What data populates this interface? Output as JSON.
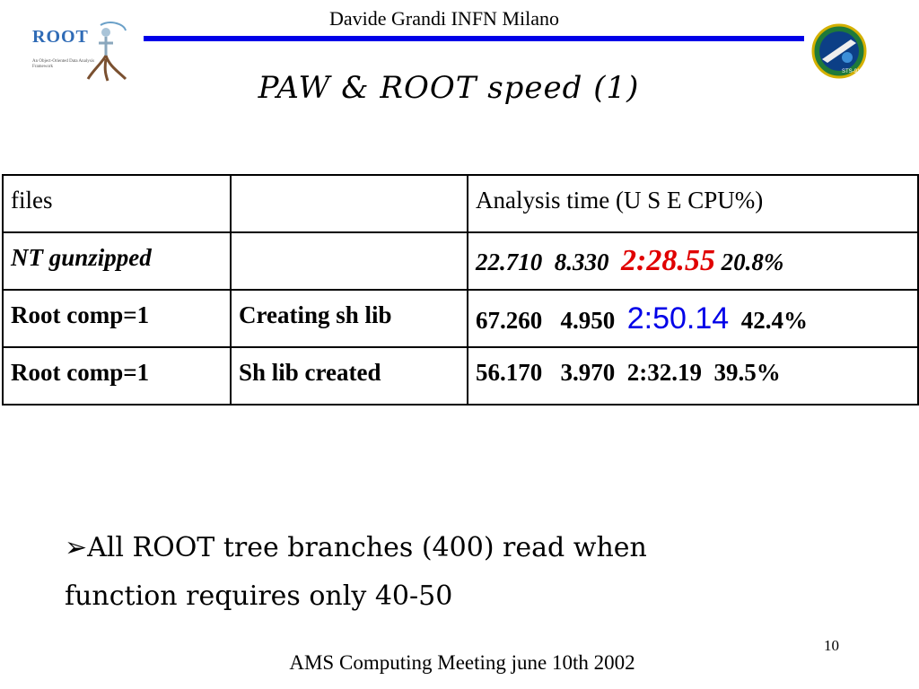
{
  "header": {
    "author": "Davide Grandi INFN Milano",
    "rule_color": "#0000e8"
  },
  "logos": {
    "root": {
      "word": "ROOT",
      "tagline": "An Object-Oriented Data Analysis Framework",
      "icon": "root-tree-figure-icon"
    },
    "ams": {
      "icon": "ams-mission-patch-icon",
      "label": "STS-91"
    }
  },
  "title": "PAW & ROOT speed (1)",
  "table": {
    "header": [
      "files",
      "",
      "Analysis time (U S E CPU%)"
    ],
    "rows": [
      {
        "file": "NT gunzipped",
        "note": "",
        "user": "22.710",
        "sys": "8.330",
        "elapsed": "2:28.55",
        "cpu": "20.8%",
        "highlight": "red"
      },
      {
        "file": "Root comp=1",
        "note": "Creating sh lib",
        "user": "67.260",
        "sys": "4.950",
        "elapsed": "2:50.14",
        "cpu": "42.4%",
        "highlight": "blue"
      },
      {
        "file": "Root comp=1",
        "note": "Sh lib created",
        "user": "56.170",
        "sys": "3.970",
        "elapsed": "2:32.19",
        "cpu": "39.5%",
        "highlight": "none"
      }
    ]
  },
  "colors": {
    "red": "#e00000",
    "blue": "#0000e8"
  },
  "bullet": {
    "icon": "arrow-bullet-icon",
    "glyph": "➢",
    "text": "All ROOT tree branches (400) read when function requires only 40-50"
  },
  "page_number": "10",
  "footer": "AMS Computing Meeting june 10th 2002"
}
